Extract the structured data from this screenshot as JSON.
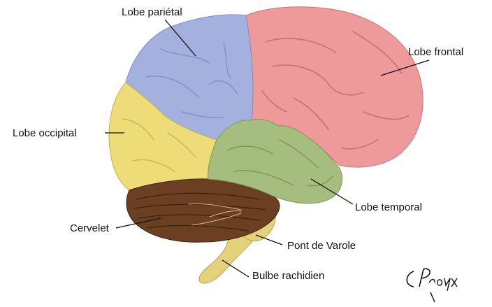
{
  "labels": {
    "parietal": "Lobe pariétal",
    "frontal": "Lobe frontal",
    "occipital": "Lobe occipital",
    "temporal": "Lobe temporal",
    "cervelet": "Cervelet",
    "pont": "Pont de Varole",
    "bulbe": "Bulbe rachidien"
  },
  "signature": "C. Proux",
  "colors": {
    "frontal": "#ee9a9a",
    "parietal": "#a4b0de",
    "occipital": "#eddc78",
    "temporal": "#a6bd80",
    "cervelet": "#6b3f22",
    "brainstem": "#e3d27a"
  }
}
